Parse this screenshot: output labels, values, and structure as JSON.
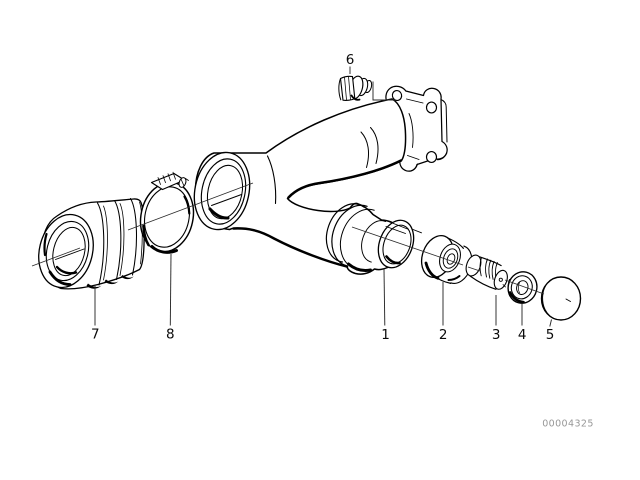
{
  "diagram": {
    "doc_number": "00004325",
    "background_color": "#ffffff",
    "line_color": "#000000",
    "doc_number_color": "#979797",
    "callouts": [
      {
        "label": "1"
      },
      {
        "label": "2"
      },
      {
        "label": "3"
      },
      {
        "label": "4"
      },
      {
        "label": "5"
      },
      {
        "label": "6"
      },
      {
        "label": "7"
      },
      {
        "label": "8"
      }
    ]
  }
}
